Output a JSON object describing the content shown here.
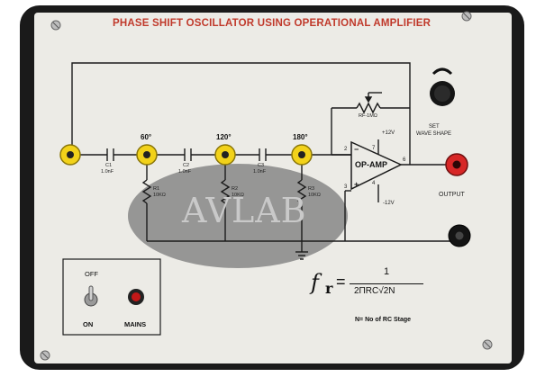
{
  "panel": {
    "title": "PHASE SHIFT OSCILLATOR USING OPERATIONAL AMPLIFIER",
    "watermark": "AVLAB"
  },
  "stages": {
    "angle_60": "60°",
    "angle_120": "120°",
    "angle_180": "180°"
  },
  "components": {
    "c1_name": "C1",
    "c1_value": "1.0nF",
    "c2_name": "C2",
    "c2_value": "1.0nF",
    "c3_name": "C3",
    "c3_value": "1.0nF",
    "r1_name": "R1",
    "r1_value": "10KΩ",
    "r2_name": "R2",
    "r2_value": "10KΩ",
    "r3_name": "R3",
    "r3_value": "10KΩ",
    "rf_label": "RF-1MΩ"
  },
  "opamp": {
    "label": "OP-AMP",
    "pin2": "2",
    "pin3": "3",
    "pin4": "4",
    "pin6": "6",
    "pin7": "7",
    "vpos": "+12V",
    "vneg": "-12V",
    "minus": "−",
    "plus": "+"
  },
  "controls": {
    "knob_label_1": "SET",
    "knob_label_2": "WAVE SHAPE",
    "output_label": "OUTPUT",
    "switch_off": "OFF",
    "switch_on": "ON",
    "mains_label": "MAINS"
  },
  "formula": {
    "f": "f",
    "r": "r",
    "eq": "=",
    "numerator": "1",
    "denominator": "2ΠRC√2N",
    "note": "N= No of RC Stage"
  },
  "colors": {
    "frame": "#1a1a1a",
    "panel": "#ecebe6",
    "wire": "#1b1b1b",
    "title": "#c0392b",
    "socket_yellow": "#f2d21a",
    "socket_red": "#d72626",
    "socket_black": "#141414",
    "watermark_ellipse": "#7a7a7a"
  }
}
